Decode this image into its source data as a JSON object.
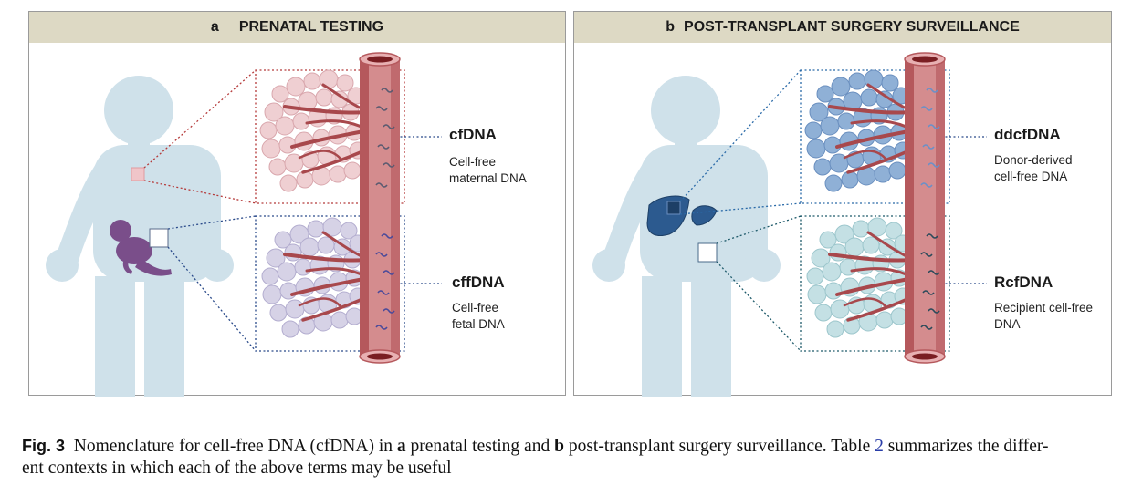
{
  "panels": {
    "a": {
      "letter": "a",
      "title": "PRENATAL TESTING",
      "top_term": "cfDNA",
      "top_desc_1": "Cell-free",
      "top_desc_2": "maternal DNA",
      "bottom_term": "cffDNA",
      "bottom_desc_1": "Cell-free",
      "bottom_desc_2": "fetal DNA"
    },
    "b": {
      "letter": "b",
      "title": "POST-TRANSPLANT SURGERY SURVEILLANCE",
      "top_term": "ddcfDNA",
      "top_desc_1": "Donor-derived",
      "top_desc_2": "cell-free DNA",
      "bottom_term": "RcfDNA",
      "bottom_desc_1": "Recipient cell-free",
      "bottom_desc_2": "DNA"
    }
  },
  "caption": {
    "label": "Fig. 3",
    "t1": "Nomenclature for cell-free DNA (cfDNA) in ",
    "a": "a",
    "t2": " prenatal testing and ",
    "b": "b",
    "t3": " post-transplant surgery surveillance. Table ",
    "table_ref": "2",
    "t4": " summarizes the differ-",
    "line2": "ent contexts in which each of the above terms may be useful"
  },
  "colors": {
    "header_bg": "#ddd9c4",
    "body_silhouette": "#cfe1ea",
    "vessel": "#c9777a",
    "maternal_cells": "#efcfd2",
    "fetal_cells": "#d6d2e6",
    "donor_cells": "#8fb0d6",
    "recipient_cells": "#c4e0e4",
    "fetus": "#7a4e8a",
    "liver": "#2c5a8f"
  }
}
